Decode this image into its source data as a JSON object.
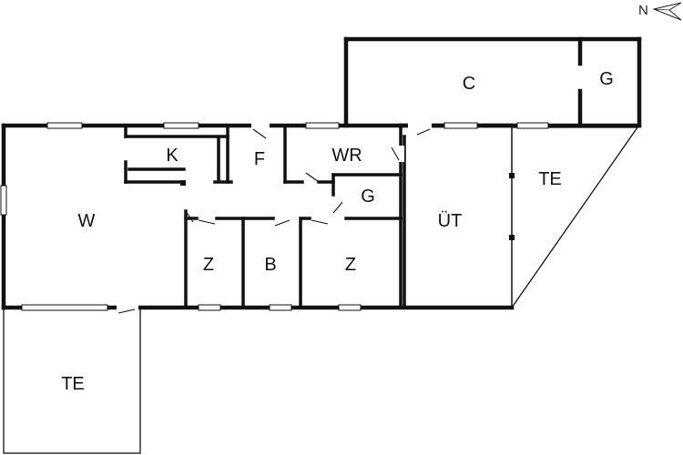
{
  "plan": {
    "wall_color": "#111111",
    "background": "#ffffff",
    "compass": {
      "label": "N"
    },
    "rooms": {
      "c": "C",
      "g_top": "G",
      "k": "K",
      "f": "F",
      "wr": "WR",
      "w": "W",
      "g_mid": "G",
      "ut": "ÜT",
      "te_right": "TE",
      "z_left": "Z",
      "b": "B",
      "z_right": "Z",
      "te_bottom": "TE"
    }
  }
}
